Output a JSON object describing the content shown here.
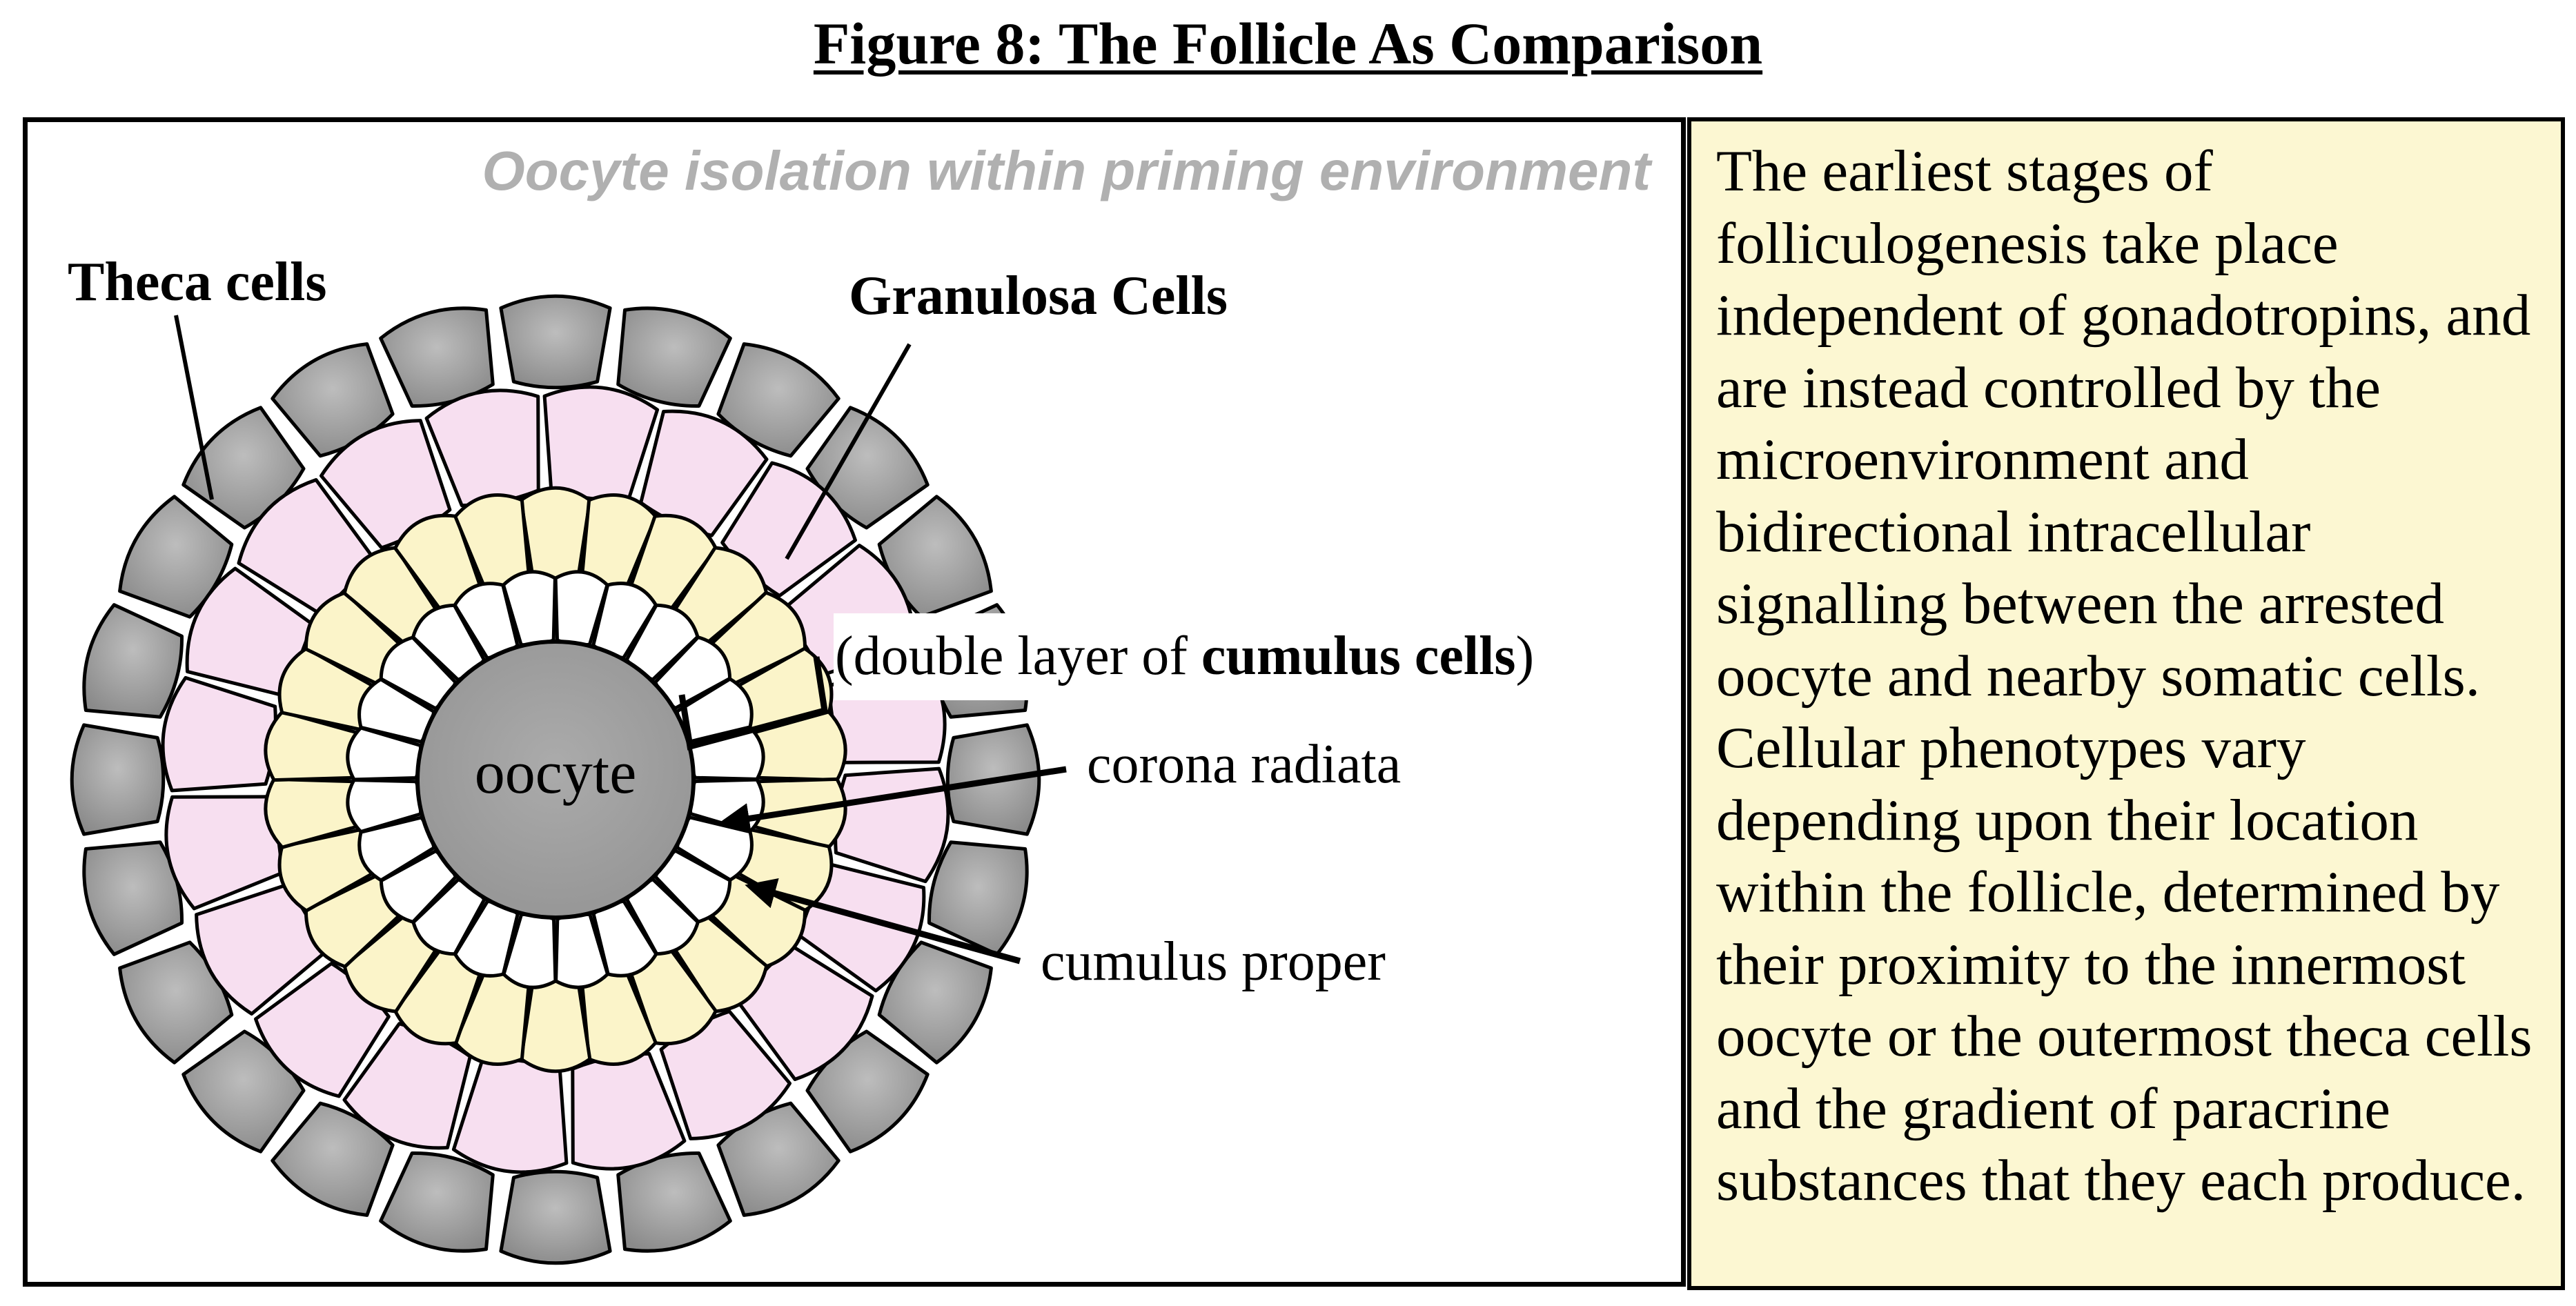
{
  "figure_title": "Figure 8: The Follicle As Comparison",
  "diagram": {
    "subtitle": "Oocyte isolation within priming environment",
    "labels": {
      "theca_cells": "Theca cells",
      "granulosa_cells": "Granulosa Cells",
      "oocyte": "oocyte",
      "cumulus_note_prefix": "(double layer of ",
      "cumulus_note_bold": "cumulus cells",
      "cumulus_note_suffix": ")",
      "corona_radiata": "corona radiata",
      "cumulus_proper": "cumulus proper"
    },
    "colors": {
      "theca": "#9a9a9a",
      "granulosa": "#f7dff0",
      "cumulus_proper": "#fbf4c9",
      "corona_radiata": "#ffffff",
      "oocyte": "#9e9e9e",
      "subtitle": "#b0b0b0"
    },
    "layers": {
      "theca_cell_count": 24,
      "granulosa_cell_count": 20,
      "cumulus_proper_cell_count": 26,
      "corona_radiata_cell_count": 24
    }
  },
  "caption": "The earliest stages of folliculogenesis take place independent of gonadotropins, and are instead controlled by the microenvironment and bidirectional intracellular signalling between the arrested oocyte and nearby somatic cells. Cellular phenotypes vary depending upon their location within the follicle, determined by their proximity to the innermost oocyte or the outermost theca cells and the gradient of paracrine substances that they each produce."
}
